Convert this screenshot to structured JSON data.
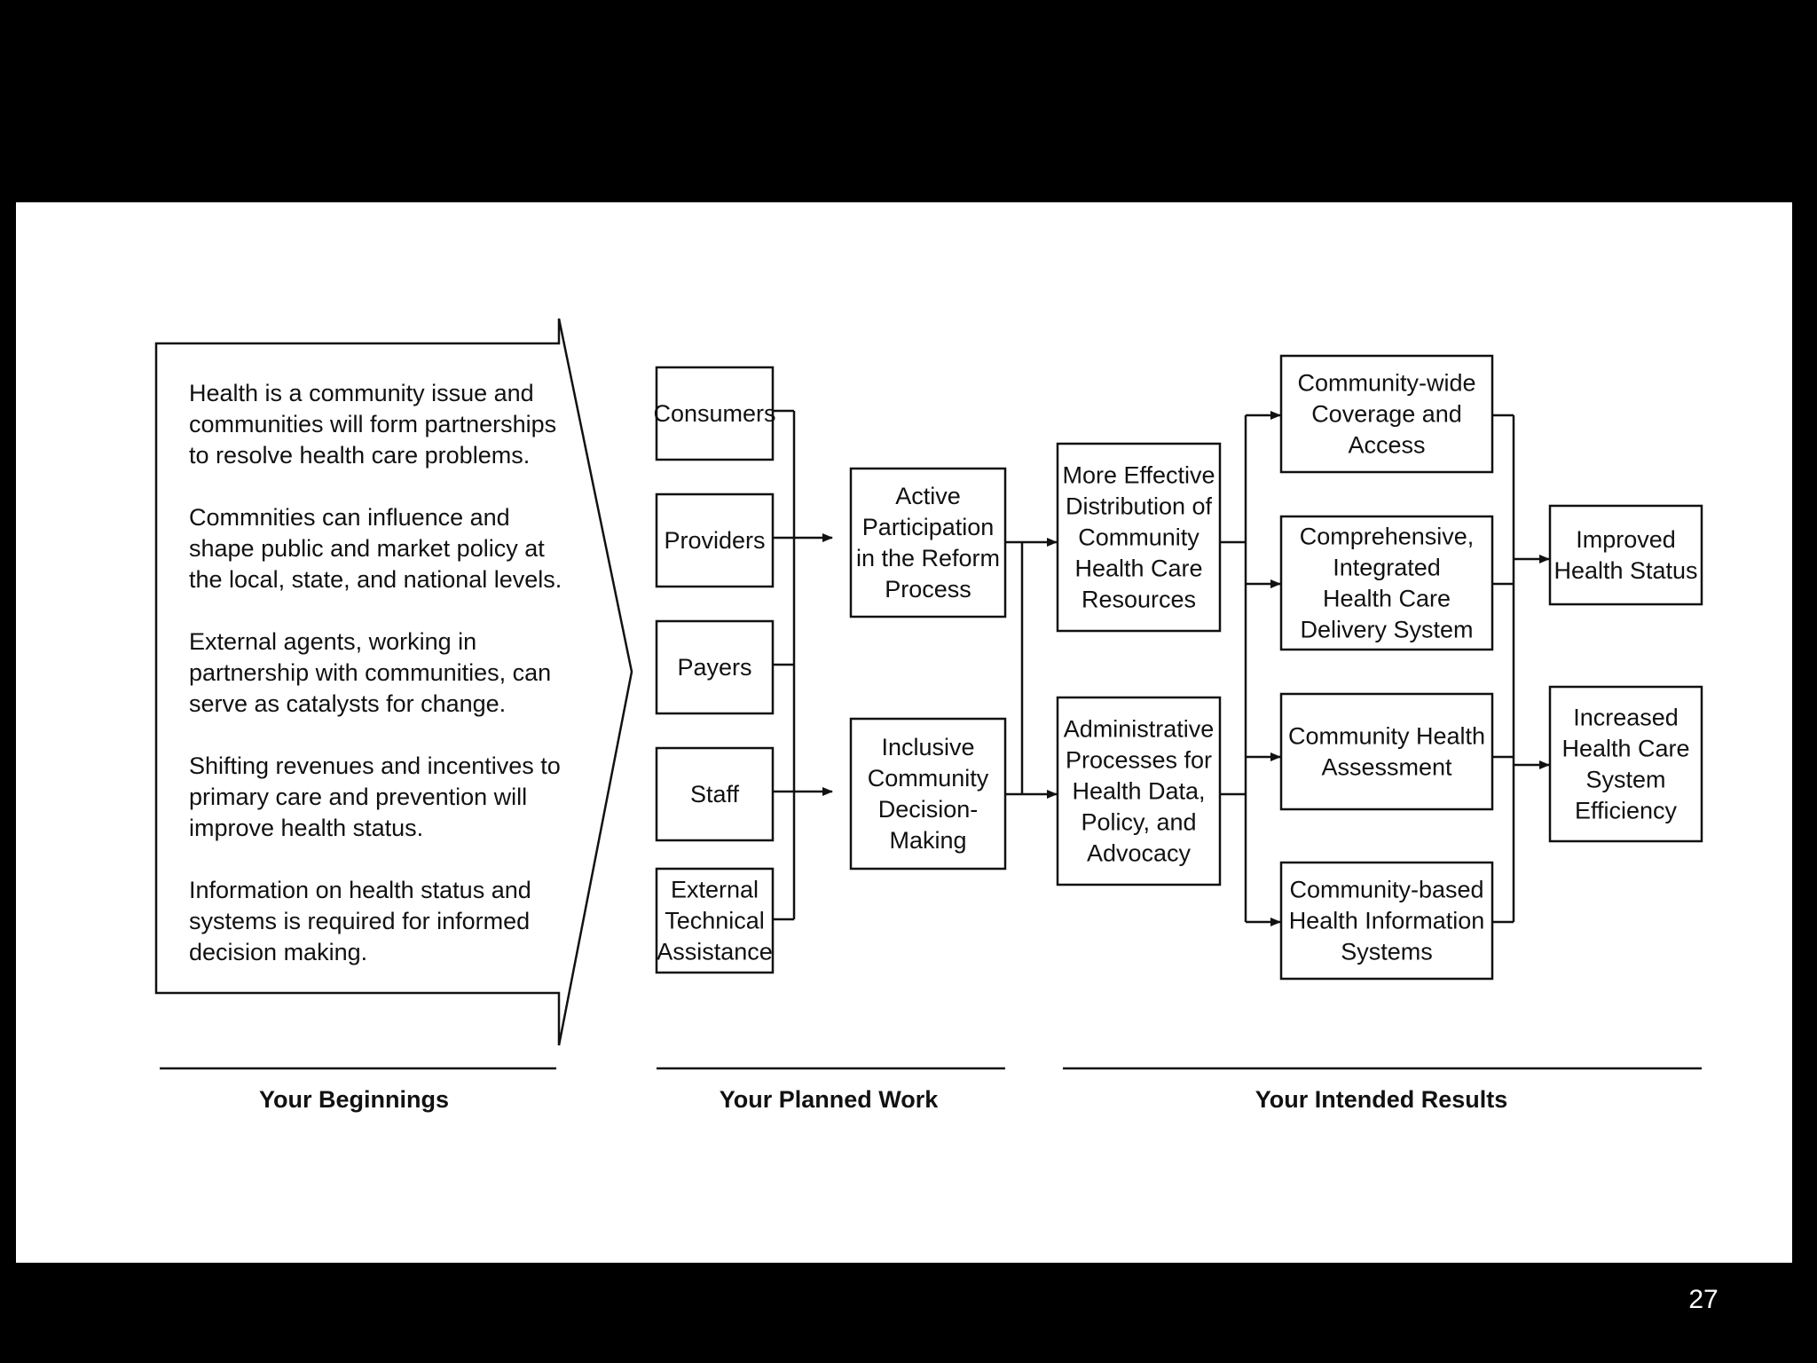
{
  "beginnings": {
    "paragraphs": [
      [
        "Health is a community issue and",
        "communities will form partnerships",
        "to resolve health care problems."
      ],
      [
        "Commnities can influence and",
        "shape public and market policy at",
        "the local, state, and national levels."
      ],
      [
        "External agents, working in",
        "partnership with communities, can",
        "serve as catalysts for change."
      ],
      [
        "Shifting revenues and incentives to",
        "primary care and prevention will",
        "improve health status."
      ],
      [
        "Information on health status and",
        "systems is required for informed",
        "decision making."
      ]
    ]
  },
  "nodes": {
    "consumers": [
      "Consumers"
    ],
    "providers": [
      "Providers"
    ],
    "payers": [
      "Payers"
    ],
    "staff": [
      "Staff"
    ],
    "external_assistance": [
      "External",
      "Technical",
      "Assistance"
    ],
    "active_participation": [
      "Active",
      "Participation",
      "in the Reform",
      "Process"
    ],
    "inclusive_decision": [
      "Inclusive",
      "Community",
      "Decision-",
      "Making"
    ],
    "effective_distribution": [
      "More Effective",
      "Distribution of",
      "Community",
      "Health Care",
      "Resources"
    ],
    "admin_processes": [
      "Administrative",
      "Processes for",
      "Health Data,",
      "Policy, and",
      "Advocacy"
    ],
    "coverage_access": [
      "Community-wide",
      "Coverage and",
      "Access"
    ],
    "integrated_system": [
      "Comprehensive,",
      "Integrated",
      "Health Care",
      "Delivery System"
    ],
    "health_assessment": [
      "Community Health",
      "Assessment"
    ],
    "info_systems": [
      "Community-based",
      "Health Information",
      "Systems"
    ],
    "improved_status": [
      "Improved",
      "Health Status"
    ],
    "increased_efficiency": [
      "Increased",
      "Health Care",
      "System",
      "Efficiency"
    ]
  },
  "footer": {
    "beginnings": "Your Beginnings",
    "planned_work": "Your Planned Work",
    "intended_results": "Your Intended Results"
  },
  "page_number": "27"
}
